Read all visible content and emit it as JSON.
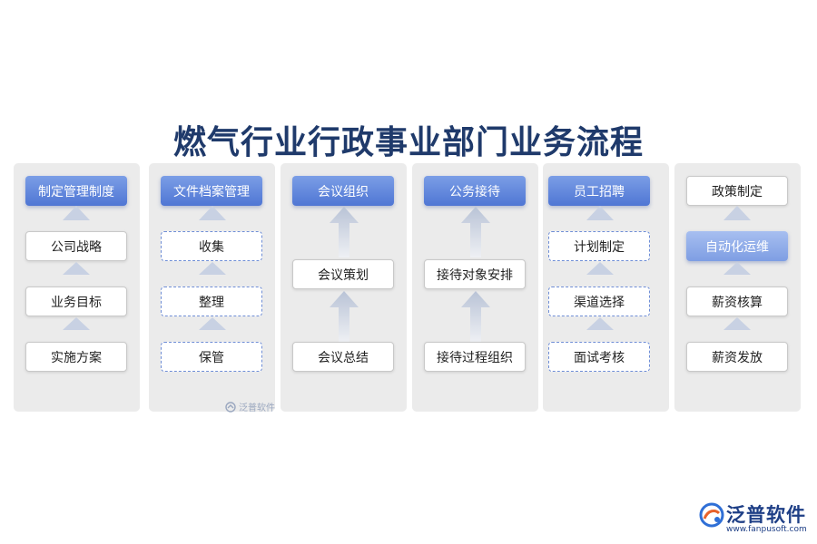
{
  "title": "燃气行业行政事业部门业务流程",
  "columns": [
    {
      "header": "制定管理制度",
      "items": [
        "公司战略",
        "业务目标",
        "实施方案"
      ]
    },
    {
      "header": "文件档案管理",
      "items": [
        "收集",
        "整理",
        "保管"
      ]
    },
    {
      "header": "会议组织",
      "items": [
        "会议策划",
        "会议总结"
      ]
    },
    {
      "header": "公务接待",
      "items": [
        "接待对象安排",
        "接待过程组织"
      ]
    },
    {
      "header": "员工招聘",
      "items": [
        "计划制定",
        "渠道选择",
        "面试考核"
      ]
    },
    {
      "header": "政策制定",
      "subheader": "自动化运维",
      "items": [
        "薪资核算",
        "薪资发放"
      ]
    }
  ],
  "watermark": "泛普软件",
  "logo": {
    "name": "泛普软件",
    "url": "www.fanpusoft.com",
    "icon": "fanpu-logo-icon"
  },
  "colors": {
    "title": "#1f3a6b",
    "header": "#5a80d8",
    "dashed": "#6f8ed6",
    "column_bg": "#ebebeb"
  }
}
